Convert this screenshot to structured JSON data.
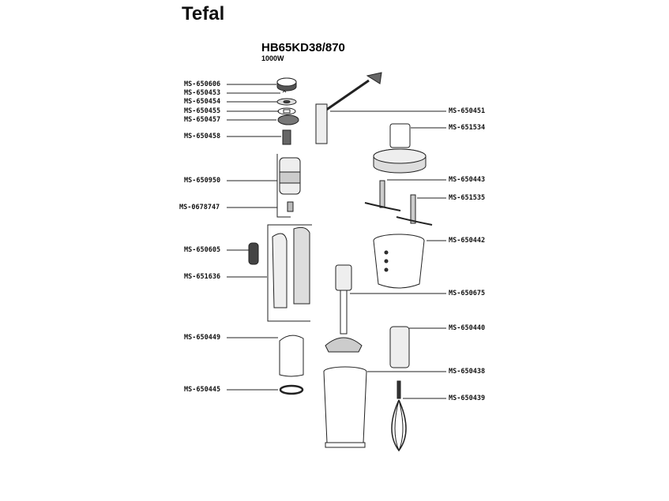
{
  "brand": "Tefal",
  "model": "HB65KD38/870",
  "power": "1000W",
  "left_parts": [
    "MS-650606",
    "MS-650453",
    "MS-650454",
    "MS-650455",
    "MS-650457",
    "MS-650458",
    "MS-650950",
    "MS-0678747",
    "MS-650605",
    "MS-651636",
    "MS-650449",
    "MS-650445"
  ],
  "right_parts": [
    "MS-650451",
    "MS-651534",
    "MS-650443",
    "MS-651535",
    "MS-650442",
    "MS-650675",
    "MS-650440",
    "MS-650438",
    "MS-650439"
  ]
}
